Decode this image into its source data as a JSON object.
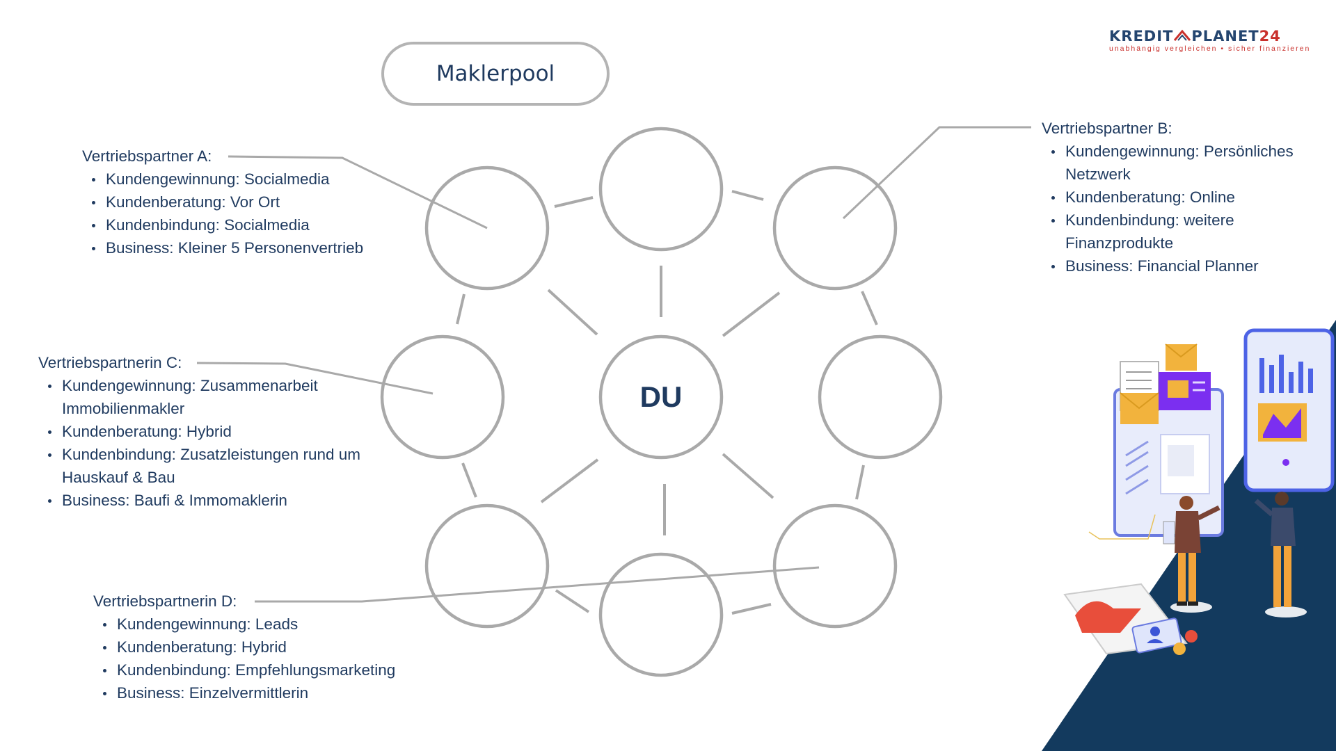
{
  "pool_label": "Maklerpool",
  "center_label": "DU",
  "logo": {
    "word_left": "KREDIT",
    "word_right": "PLANET",
    "word_number": "24",
    "tagline": "unabhängig vergleichen • sicher finanzieren"
  },
  "partners": {
    "a": {
      "title": "Vertriebspartner A:",
      "items": [
        "Kundengewinnung: Socialmedia",
        "Kundenberatung: Vor Ort",
        "Kundenbindung: Socialmedia",
        "Business: Kleiner 5 Personenvertrieb"
      ]
    },
    "b": {
      "title": "Vertriebspartner B:",
      "items": [
        "Kundengewinnung: Persönliches Netzwerk",
        "Kundenberatung: Online",
        "Kundenbindung: weitere Finanzprodukte",
        "Business: Financial Planner"
      ]
    },
    "c": {
      "title": "Vertriebspartnerin C:",
      "items": [
        "Kundengewinnung: Zusammenarbeit Immobilienmakler",
        "Kundenberatung: Hybrid",
        "Kundenbindung: Zusatzleistungen rund um Hauskauf & Bau",
        "Business: Baufi & Immomaklerin"
      ]
    },
    "d": {
      "title": "Vertriebspartnerin D:",
      "items": [
        "Kundengewinnung: Leads",
        "Kundenberatung: Hybrid",
        "Kundenbindung: Empfehlungsmarketing",
        "Business: Einzelvermittlerin"
      ]
    }
  },
  "colors": {
    "text": "#1f3a5f",
    "circle_stroke": "#a9a9a9",
    "navy": "#133a5e",
    "accent": "#c9302c"
  }
}
